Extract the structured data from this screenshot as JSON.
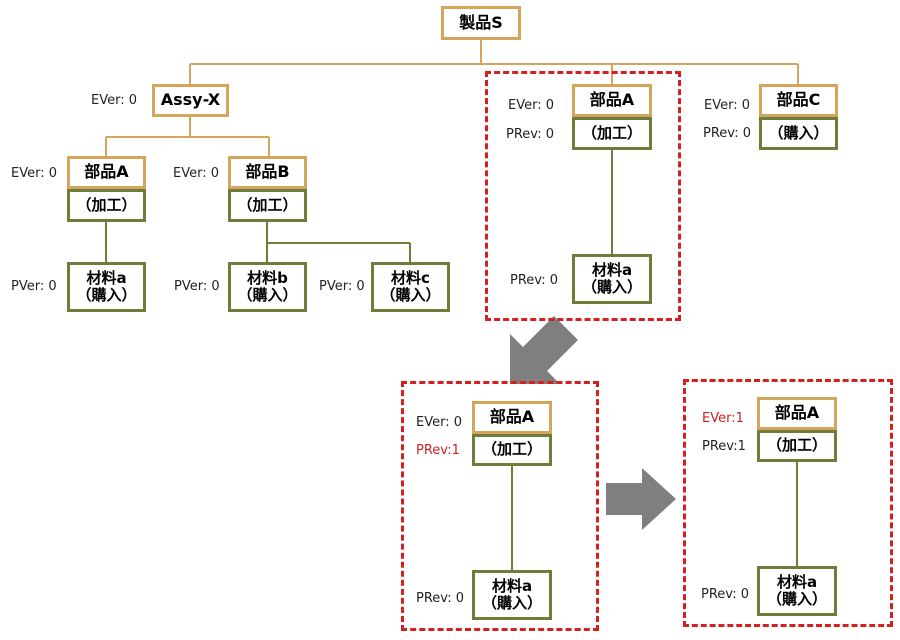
{
  "nodes": {
    "seihin_s": "製品S",
    "assy_x": "Assy-X",
    "buhin_a": "部品A",
    "buhin_b": "部品B",
    "buhin_c": "部品C",
    "kakou": "（加工）",
    "kounyuu": "（購入）",
    "zairyou_a": "材料a",
    "zairyou_b": "材料b",
    "zairyou_c": "材料c"
  },
  "labels": {
    "ever_0": "EVer: 0",
    "ever_1": "EVer:1",
    "prev_0": "PRev: 0",
    "prev_1": "PRev:1",
    "pver_0": "PVer: 0"
  },
  "colors": {
    "assembly_border": "#d4a55a",
    "process_border": "#6e7d3a",
    "highlight_dash": "#d62020",
    "changed_label": "#cc2222",
    "arrow": "#7f7f7f"
  }
}
